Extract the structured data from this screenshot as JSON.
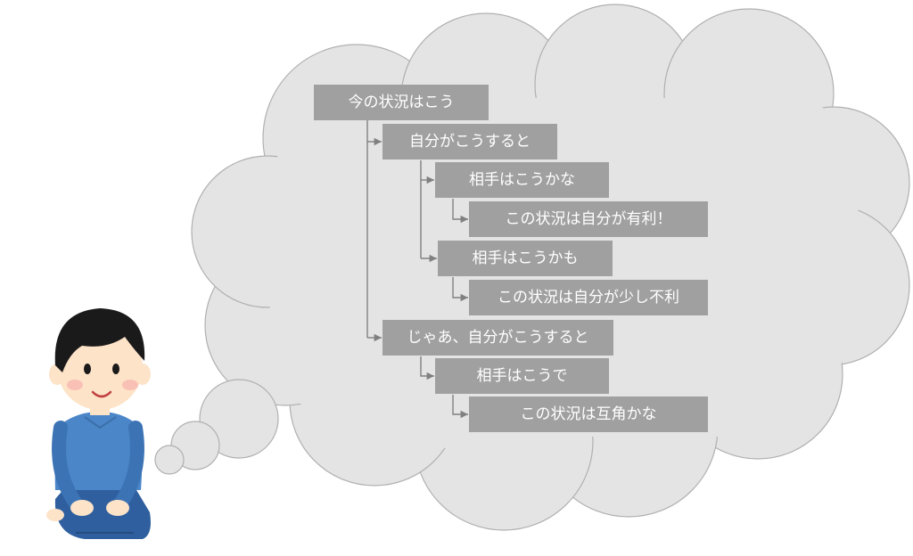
{
  "colors": {
    "cloud_fill": "#e4e4e4",
    "cloud_stroke": "#b0b0b0",
    "node_fill": "#a0a0a0",
    "node_text": "#ffffff",
    "connector": "#808080",
    "shirt": "#4a86c8",
    "pants": "#2f5f9e",
    "hair": "#1a1a1a",
    "skin": "#fde3c8"
  },
  "icons": [
    "thought-bubble-icon",
    "person-thinking-icon"
  ],
  "tree": {
    "root": "今の状況はこう",
    "move_1": "自分がこうすると",
    "reply_1a": "相手はこうかな",
    "result_1a": "この状況は自分が有利！",
    "reply_1b": "相手はこうかも",
    "result_1b": "この状況は自分が少し不利",
    "move_2": "じゃあ、自分がこうすると",
    "reply_2": "相手はこうで",
    "result_2": "この状況は互角かな"
  }
}
